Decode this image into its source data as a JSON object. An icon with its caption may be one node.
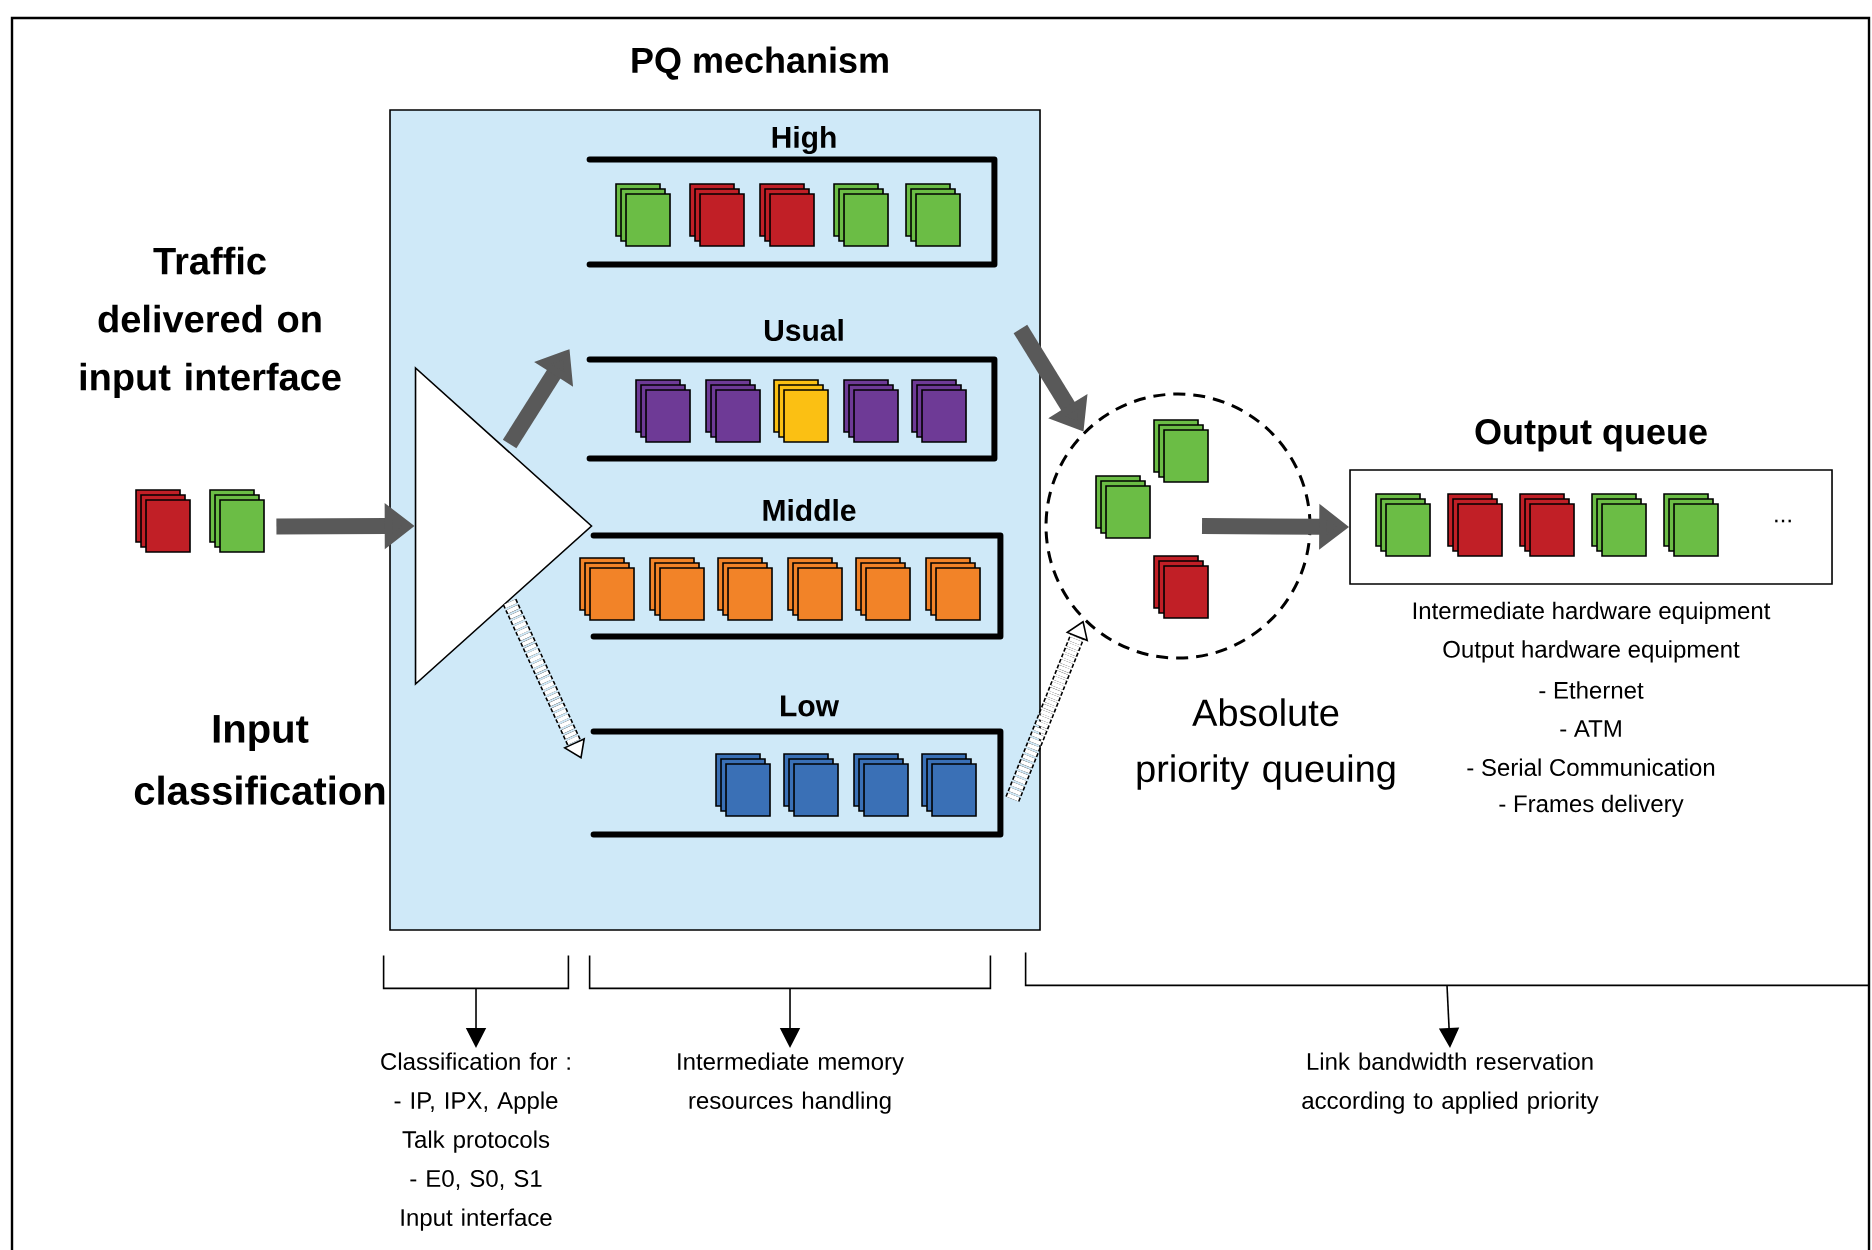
{
  "diagram": {
    "nodes": [
      {
        "text": [
          "PQ mechanism"
        ]
      },
      {
        "text": [
          "Input classification"
        ],
        "in": 0
      },
      {
        "text": [
          "High"
        ],
        "in": 0
      },
      {
        "text": [
          "Usual"
        ],
        "in": 0
      },
      {
        "text": [
          "Middle"
        ],
        "in": 0
      },
      {
        "text": [
          "Low"
        ],
        "in": 0
      },
      {
        "text": [
          "Traffic delivered on input interface"
        ]
      },
      {
        "text": [
          "Absolute priority queuing"
        ]
      },
      {
        "text": [
          "Output queue",
          "..."
        ],
        "beside": [
          "Intermediate hardware equipment",
          "Output hardware equipment",
          "- Ethernet",
          "- ATM",
          "- Serial Communication",
          "- Frames delivery"
        ]
      },
      {
        "text": [
          "Classification for :",
          "- IP, IPX, Apple Talk protocols",
          "- E0, S0, S1 Input interface"
        ]
      },
      {
        "text": [
          "Intermediate memory resources handling"
        ]
      },
      {
        "text": [
          "Link bandwidth reservation according to applied priority"
        ]
      },
      {
        "text": [],
        "shape": "bracket"
      },
      {
        "text": [],
        "shape": "bracket"
      },
      {
        "text": [],
        "shape": "bracket"
      }
    ],
    "edges": [
      {
        "from": 6,
        "to": 1,
        "arrow": "to"
      },
      {
        "from": 1,
        "to": 3,
        "arrow": "to"
      },
      {
        "from": 1,
        "to": 5,
        "arrow": "to",
        "style": "dashed"
      },
      {
        "from": 3,
        "to": 7,
        "arrow": "to"
      },
      {
        "from": 5,
        "to": 7,
        "arrow": "to",
        "style": "dashed"
      },
      {
        "from": 7,
        "to": 8,
        "arrow": "to"
      },
      {
        "from": 12,
        "to": 9,
        "arrow": "to",
        "color": "#000000"
      },
      {
        "from": 13,
        "to": 10,
        "arrow": "to",
        "color": "#000000"
      },
      {
        "from": 14,
        "to": 11,
        "arrow": "to",
        "color": "#000000"
      }
    ]
  }
}
